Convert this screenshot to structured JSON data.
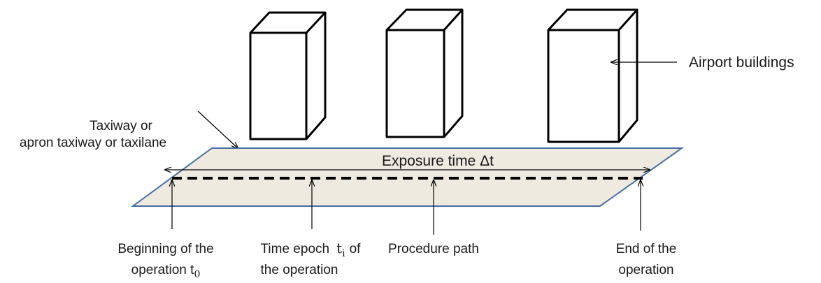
{
  "labels": {
    "airport_buildings": "Airport buildings",
    "taxiway_line1": "Taxiway or",
    "taxiway_line2": "apron taxiway or taxilane",
    "exposure_time": "Exposure time Δt",
    "beginning_line1": "Beginning of the",
    "beginning_line2": "operation t",
    "beginning_sub": "0",
    "epoch_line1_text": "Time epoch",
    "epoch_symbol": "t",
    "epoch_sub": "i",
    "epoch_suffix": "of",
    "epoch_line2": "the operation",
    "procedure_path": "Procedure path",
    "end_line1": "End of the",
    "end_line2": "operation"
  },
  "colors": {
    "strip_fill": "#eeeadf",
    "strip_stroke": "#4a6fa5",
    "line": "#000000",
    "text": "#1a1a1a"
  }
}
